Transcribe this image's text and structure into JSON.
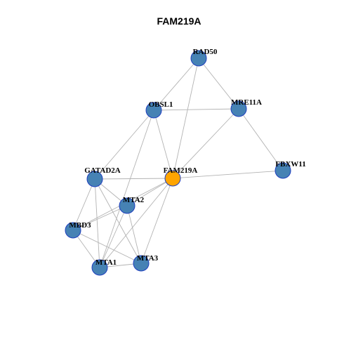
{
  "title": "FAM219A",
  "colors": {
    "node_fill": "#4682b4",
    "node_border": "#1f3fbf",
    "focus_fill": "#ffa500",
    "edge": "#b3b3b3"
  },
  "nodes": [
    {
      "id": "RAD50",
      "label": "RAD50",
      "focus": false
    },
    {
      "id": "OBSL1",
      "label": "OBSL1",
      "focus": false
    },
    {
      "id": "MRE11A",
      "label": "MRE11A",
      "focus": false
    },
    {
      "id": "FBXW11",
      "label": "FBXW11",
      "focus": false
    },
    {
      "id": "GATAD2A",
      "label": "GATAD2A",
      "focus": false
    },
    {
      "id": "FAM219A",
      "label": "FAM219A",
      "focus": true
    },
    {
      "id": "MTA2",
      "label": "MTA2",
      "focus": false
    },
    {
      "id": "MBD3",
      "label": "MBD3",
      "focus": false
    },
    {
      "id": "MTA1",
      "label": "MTA1",
      "focus": false
    },
    {
      "id": "MTA3",
      "label": "MTA3",
      "focus": false
    }
  ],
  "edges": [
    [
      "RAD50",
      "OBSL1"
    ],
    [
      "RAD50",
      "MRE11A"
    ],
    [
      "RAD50",
      "FAM219A"
    ],
    [
      "OBSL1",
      "MRE11A"
    ],
    [
      "OBSL1",
      "GATAD2A"
    ],
    [
      "OBSL1",
      "FAM219A"
    ],
    [
      "OBSL1",
      "MTA1"
    ],
    [
      "MRE11A",
      "FBXW11"
    ],
    [
      "MRE11A",
      "FAM219A"
    ],
    [
      "FAM219A",
      "FBXW11"
    ],
    [
      "GATAD2A",
      "FAM219A"
    ],
    [
      "GATAD2A",
      "MTA2"
    ],
    [
      "GATAD2A",
      "MBD3"
    ],
    [
      "GATAD2A",
      "MTA1"
    ],
    [
      "GATAD2A",
      "MTA3"
    ],
    [
      "FAM219A",
      "MTA2"
    ],
    [
      "FAM219A",
      "MBD3"
    ],
    [
      "FAM219A",
      "MTA1"
    ],
    [
      "FAM219A",
      "MTA3"
    ],
    [
      "MTA2",
      "MBD3"
    ],
    [
      "MTA2",
      "MTA1"
    ],
    [
      "MTA2",
      "MTA3"
    ],
    [
      "MBD3",
      "MTA1"
    ],
    [
      "MBD3",
      "MTA3"
    ],
    [
      "MTA1",
      "MTA3"
    ]
  ]
}
